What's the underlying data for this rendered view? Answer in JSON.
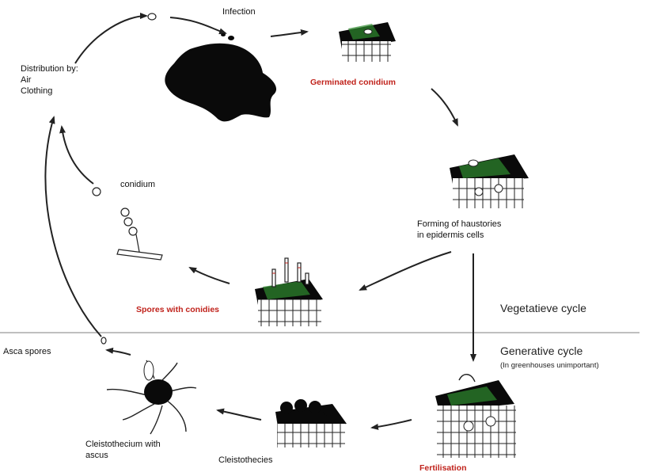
{
  "labels": {
    "infection": "Infection",
    "distribution_title": "Distribution by:",
    "distribution_air": "Air",
    "distribution_clothing": "Clothing",
    "germinated_conidium": "Germinated conidium",
    "conidium": "conidium",
    "haustories_line1": "Forming of haustories",
    "haustories_line2": "in epidermis cells",
    "spores_with_conidies": "Spores with conidies",
    "vegetative_cycle": "Vegetatieve cycle",
    "generative_cycle": "Generative cycle",
    "generative_note": "(In greenhouses unimportant)",
    "asca_spores": "Asca spores",
    "cleistothecium_line1": "Cleistothecium with",
    "cleistothecium_line2": "ascus",
    "cleistothecies": "Cleistothecies",
    "fertilisation": "Fertilisation"
  },
  "colors": {
    "red_label": "#c0221b",
    "leaf": "#0a0a0a",
    "mycelium_green": "#2e8a2e",
    "line": "#333333"
  }
}
